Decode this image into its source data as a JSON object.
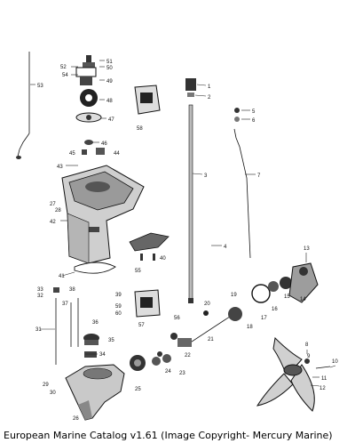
{
  "caption": "European Marine Catalog v1.61 (Image Copyright- Mercury Marine)",
  "callouts": [
    "1",
    "2",
    "3",
    "4",
    "5",
    "6",
    "7",
    "8",
    "9",
    "10",
    "11",
    "12",
    "13",
    "14",
    "15",
    "16",
    "17",
    "18",
    "19",
    "20",
    "21",
    "22",
    "23",
    "24",
    "25",
    "26",
    "27",
    "28",
    "29",
    "30",
    "31",
    "32",
    "33",
    "34",
    "35",
    "36",
    "37",
    "38",
    "39",
    "40",
    "41",
    "42",
    "43",
    "44",
    "45",
    "46",
    "47",
    "48",
    "49",
    "50",
    "51",
    "52",
    "53",
    "54",
    "55",
    "56",
    "57",
    "58",
    "59",
    "60"
  ]
}
